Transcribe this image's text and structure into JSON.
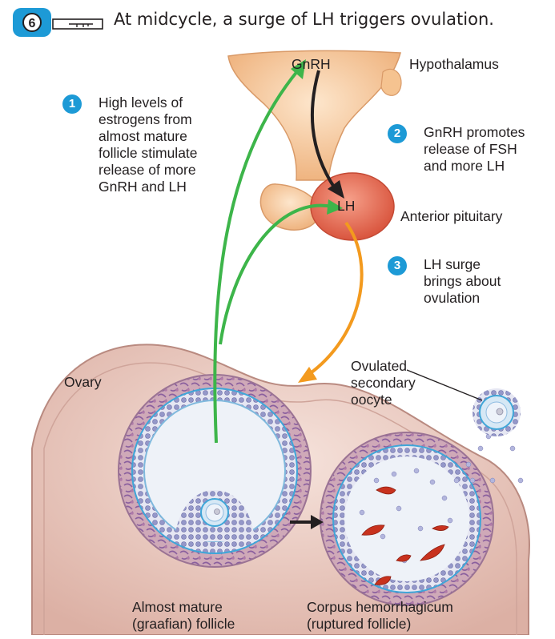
{
  "header": {
    "text": "At midcycle, a surge of LH triggers ovulation."
  },
  "labels": {
    "gnrh": "GnRH",
    "lh": "LH",
    "hypothalamus": "Hypothalamus",
    "anterior_pituitary": "Anterior pituitary",
    "ovary": "Ovary",
    "ovulated_oocyte": [
      "Ovulated",
      "secondary",
      "oocyte"
    ],
    "almost_mature_follicle": [
      "Almost mature",
      "(graafian) follicle"
    ],
    "corpus_hemorrhagicum": [
      "Corpus hemorrhagicum",
      "(ruptured follicle)"
    ]
  },
  "steps": [
    {
      "number": "1",
      "lines": [
        "High levels of",
        "estrogens from",
        "almost mature",
        "follicle stimulate",
        "release of more",
        "GnRH and LH"
      ]
    },
    {
      "number": "2",
      "lines": [
        "GnRH promotes",
        "release of FSH",
        "and more LH"
      ]
    },
    {
      "number": "3",
      "lines": [
        "LH surge",
        "brings about",
        "ovulation"
      ]
    }
  ],
  "colors": {
    "step_badge": "#1d9ad6",
    "green_arrow": "#3db54a",
    "orange_arrow": "#f39a1e",
    "black_arrow": "#231f20",
    "hypothalamus_tissue": "#f4c79a",
    "pituitary_tissue": "#e8735a",
    "ovary_tissue": "#e9cbc2",
    "follicle_ring": "#8d8fc6",
    "antrum": "#eef2f8",
    "blood_clot": "#c8321e",
    "header_icon": "#1d9ad6"
  },
  "icons": {
    "header_badge": "lock-icon",
    "header_key": "key-icon"
  }
}
